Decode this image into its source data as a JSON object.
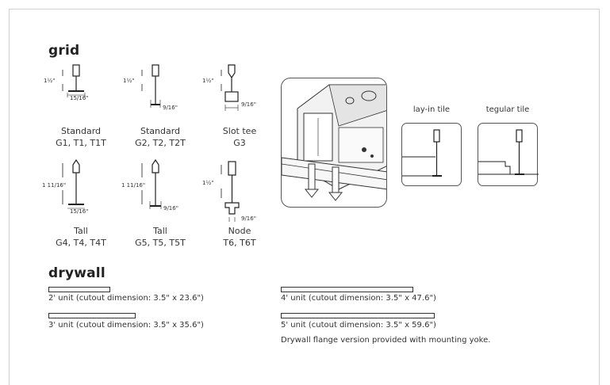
{
  "grid": {
    "title": "grid",
    "items": [
      {
        "id": "standard-1",
        "name": "Standard",
        "models": "G1, T1, T1T",
        "height": "1½\"",
        "width": "15/16\""
      },
      {
        "id": "standard-2",
        "name": "Standard",
        "models": "G2, T2, T2T",
        "height": "1½\"",
        "width": "9/16\""
      },
      {
        "id": "slot-tee",
        "name": "Slot tee",
        "models": "G3",
        "height": "1½\"",
        "width": "9/16\""
      },
      {
        "id": "tall-1",
        "name": "Tall",
        "models": "G4, T4, T4T",
        "height": "1 11/16\"",
        "width": "15/16\""
      },
      {
        "id": "tall-2",
        "name": "Tall",
        "models": "G5, T5, T5T",
        "height": "1 11/16\"",
        "width": "9/16\""
      },
      {
        "id": "node",
        "name": "Node",
        "models": "T6, T6T",
        "height": "1½\"",
        "width": "9/16\""
      }
    ]
  },
  "tiles": {
    "layin_label": "lay-in tile",
    "tegular_label": "tegular tile"
  },
  "drywall": {
    "title": "drywall",
    "units": [
      {
        "id": "2ft",
        "label": "2' unit (cutout dimension: 3.5\" x 23.6\")",
        "length_in": 23.6
      },
      {
        "id": "3ft",
        "label": "3' unit (cutout dimension: 3.5\" x 35.6\")",
        "length_in": 35.6
      },
      {
        "id": "4ft",
        "label": "4' unit (cutout dimension: 3.5\" x 47.6\")",
        "length_in": 47.6
      },
      {
        "id": "5ft",
        "label": "5' unit (cutout dimension: 3.5\" x 59.6\")",
        "length_in": 59.6
      }
    ],
    "note": "Drywall flange version provided with mounting yoke."
  }
}
